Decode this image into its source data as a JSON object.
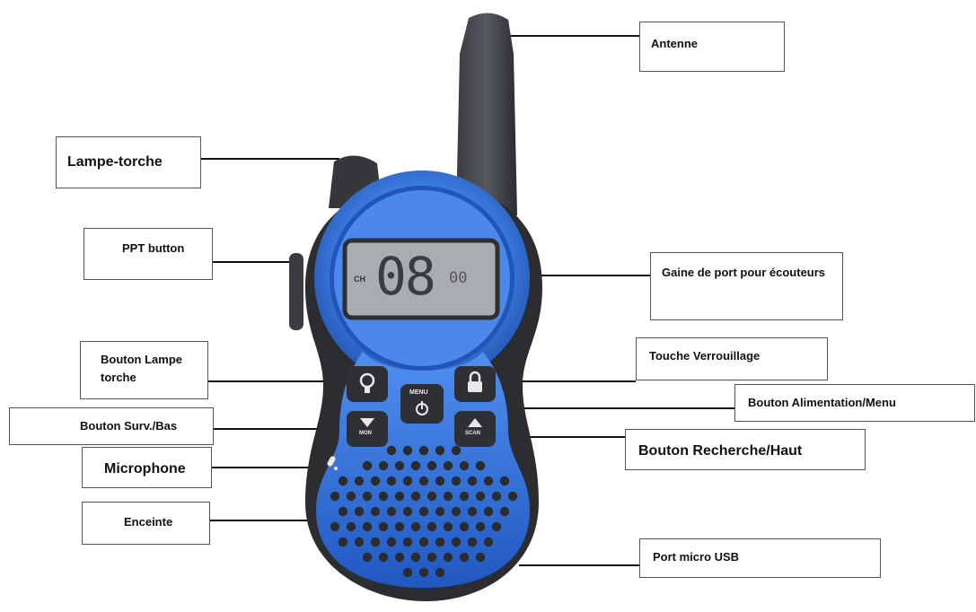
{
  "labels": {
    "antenne": "Antenne",
    "lampe_torche": "Lampe-torche",
    "ppt_button": "PPT button",
    "gaine_port": "Gaine de port pour écouteurs",
    "bouton_lampe": "Bouton Lampe torche",
    "touche_verrouillage": "Touche Verrouillage",
    "bouton_alimentation": "Bouton Alimentation/Menu",
    "bouton_surv": "Bouton Surv./Bas",
    "bouton_recherche": "Bouton Recherche/Haut",
    "microphone": "Microphone",
    "enceinte": "Enceinte",
    "port_usb": "Port micro USB"
  },
  "display": {
    "ch": "CH",
    "digits": "08",
    "sub": "00"
  },
  "keys": {
    "menu": "MENU",
    "mon": "MON",
    "scan": "SCAN"
  },
  "colors": {
    "body_blue": "#2f6fd6",
    "body_blue_light": "#5e9bf0",
    "body_dark": "#2b2d31",
    "screen": "#a9adb0",
    "line": "#111111"
  }
}
